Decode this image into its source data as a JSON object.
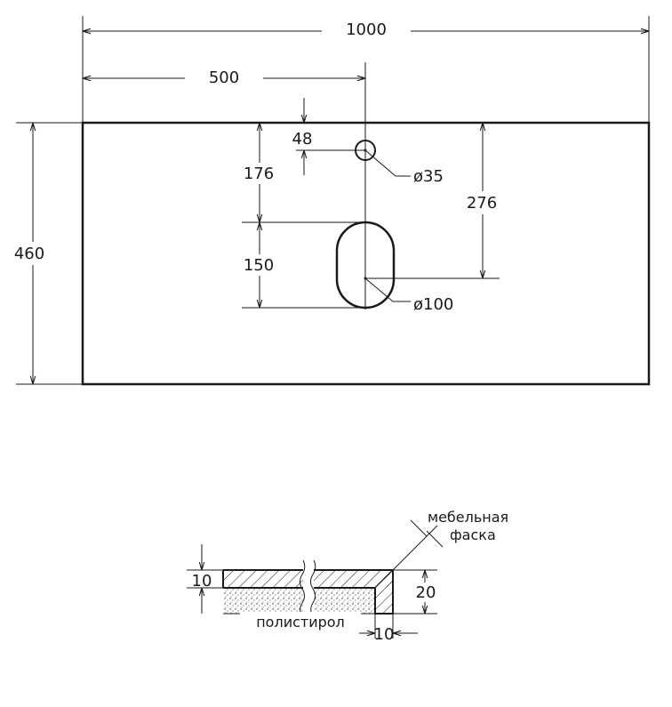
{
  "plan": {
    "width_label": "1000",
    "half_width_label": "500",
    "depth_label": "460",
    "hole_offset_label": "48",
    "to_drain_label": "176",
    "drain_length_label": "150",
    "to_drain_center_label": "276",
    "tap_hole_label": "ø35",
    "drain_label": "ø100"
  },
  "section": {
    "top_thickness_label": "10",
    "edge_height_label": "20",
    "edge_width_label": "10",
    "chamfer_label_line1": "мебельная",
    "chamfer_label_line2": "фаска",
    "core_label": "полистирол"
  }
}
